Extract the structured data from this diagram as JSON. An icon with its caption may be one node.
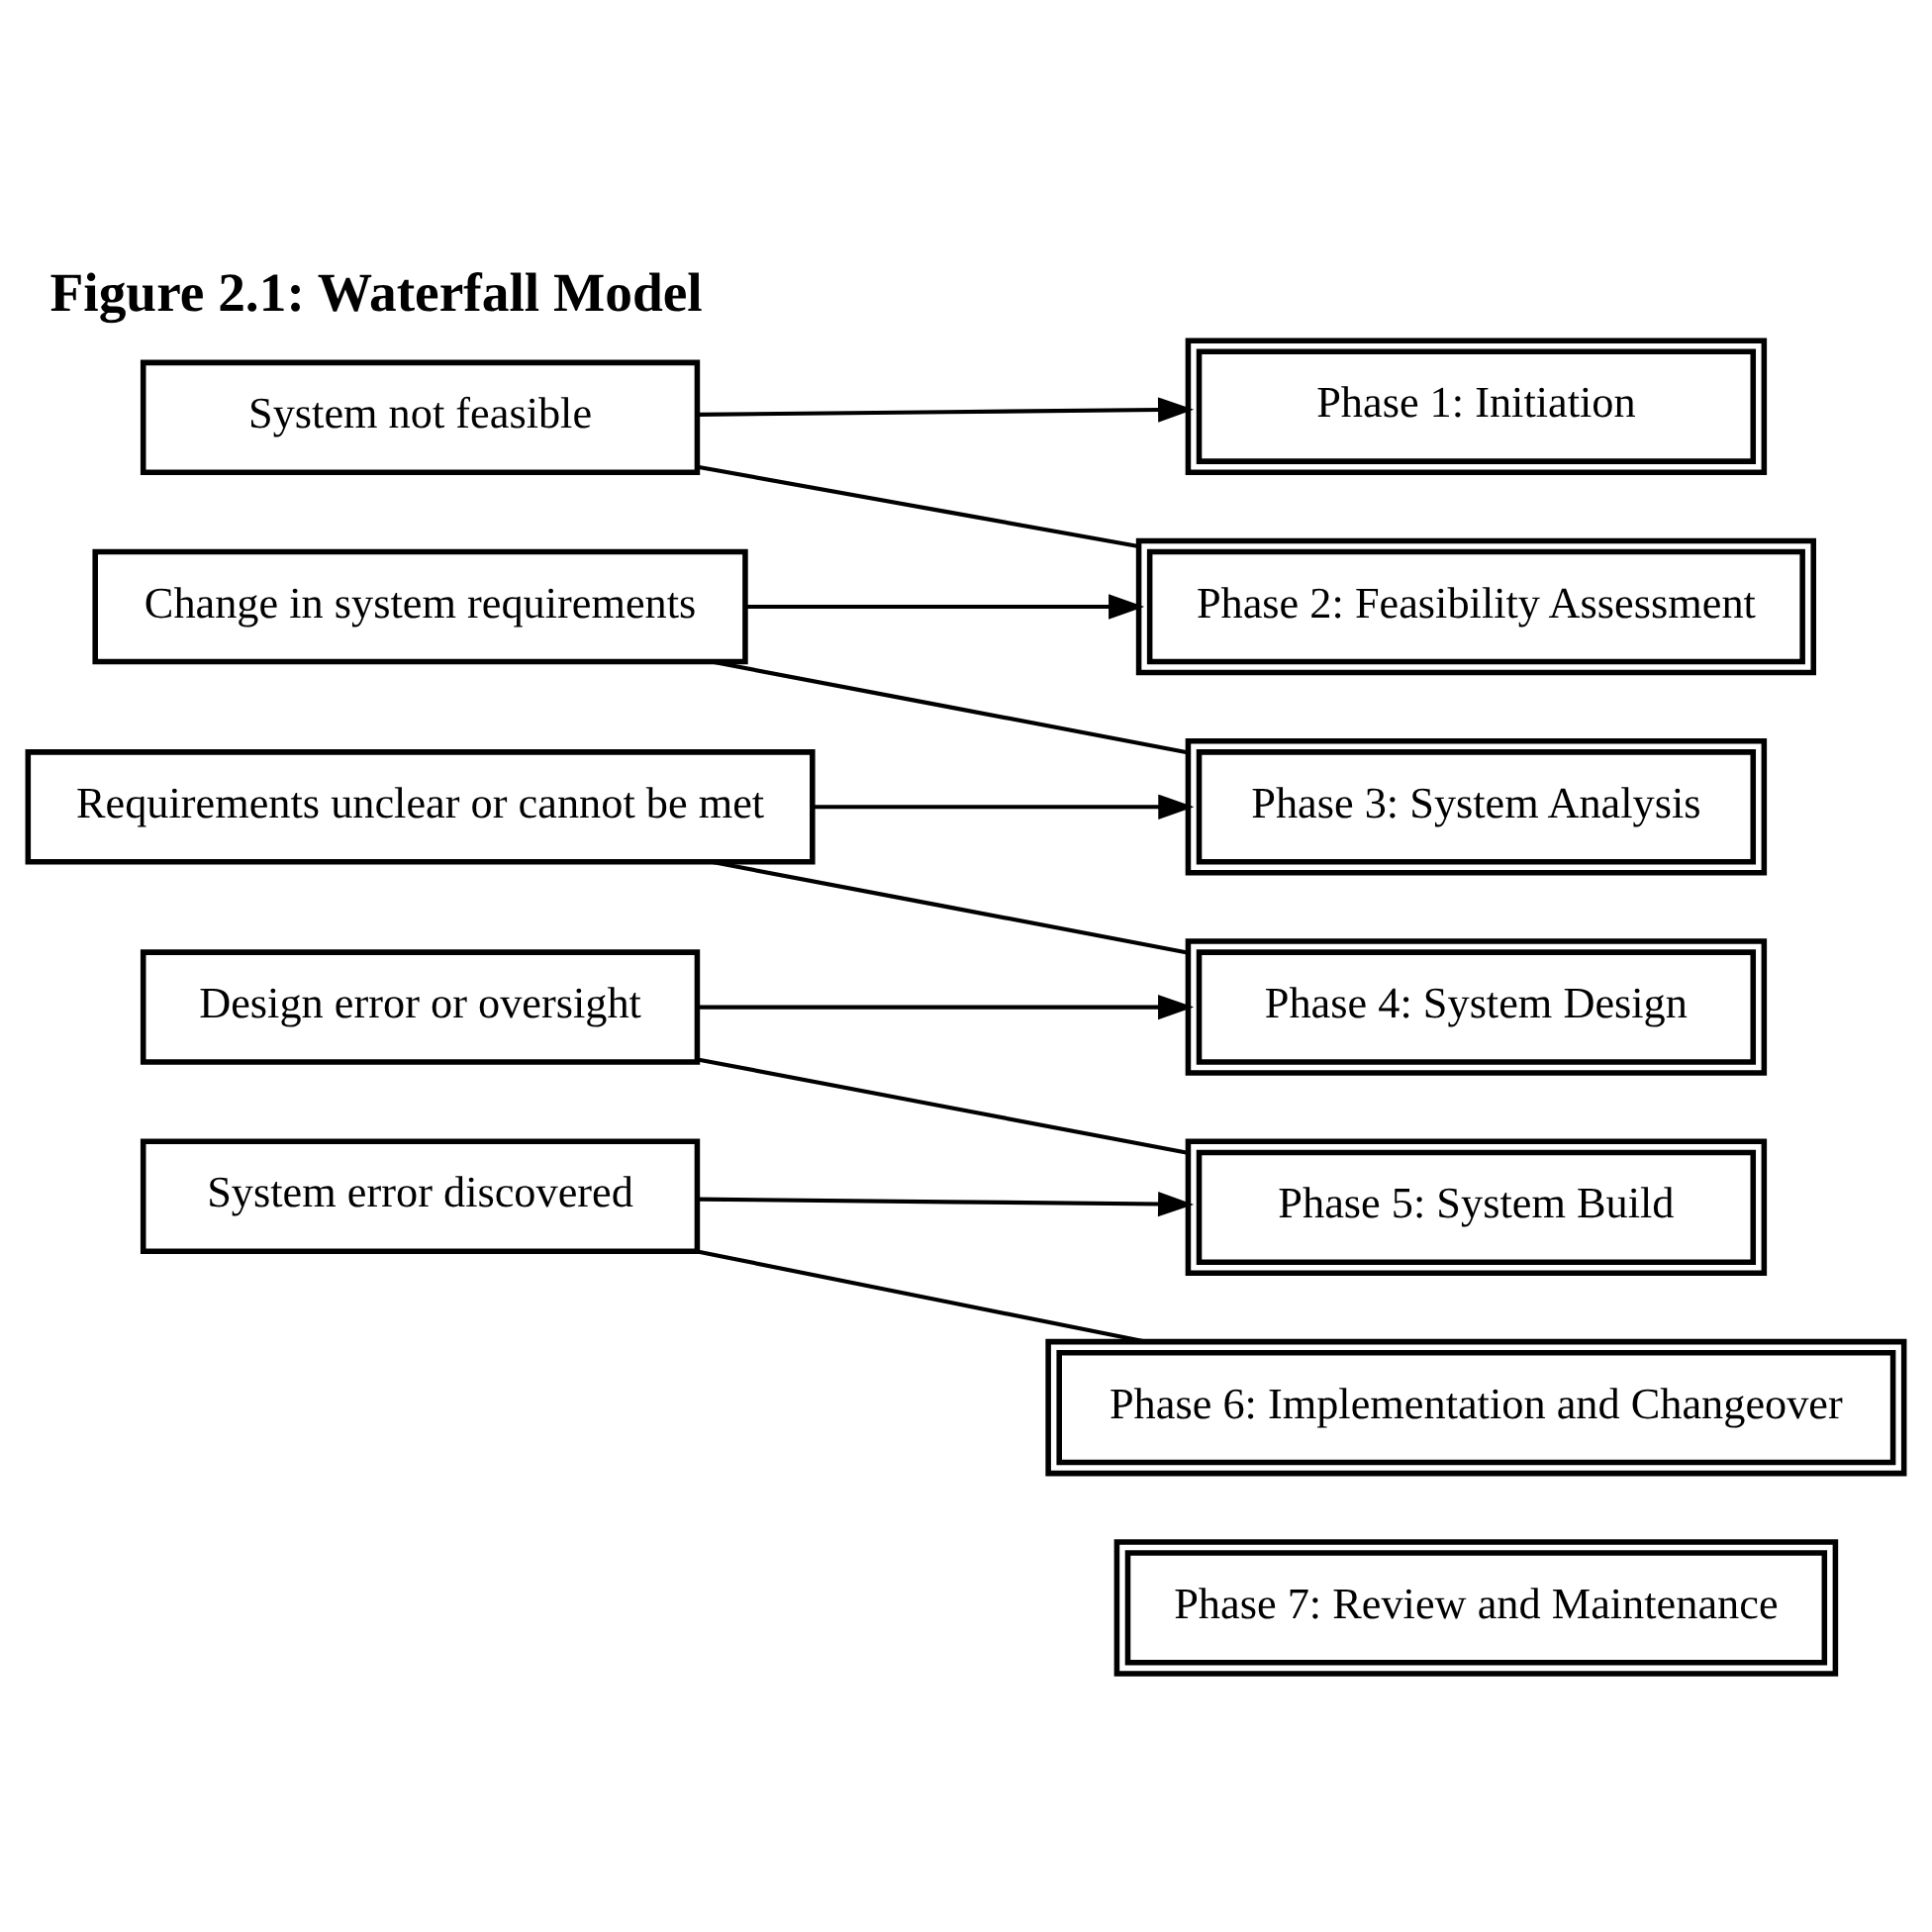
{
  "diagram": {
    "title": "Figure 2.1: Waterfall Model",
    "nodes": [
      {
        "text": [
          "Phase 1: Initiation"
        ]
      },
      {
        "text": [
          "System not feasible"
        ]
      },
      {
        "text": [
          "Phase 2: Feasibility Assessment"
        ]
      },
      {
        "text": [
          "Change in system requirements"
        ]
      },
      {
        "text": [
          "Phase 3: System Analysis"
        ]
      },
      {
        "text": [
          "Requirements unclear or cannot be met"
        ]
      },
      {
        "text": [
          "Phase 4: System Design"
        ]
      },
      {
        "text": [
          "Design error or oversight"
        ]
      },
      {
        "text": [
          "Phase 5: System Build"
        ]
      },
      {
        "text": [
          "System error discovered"
        ]
      },
      {
        "text": [
          "Phase 6: Implementation and Changeover"
        ]
      },
      {
        "text": [
          "Phase 7: Review and Maintenance"
        ]
      }
    ],
    "edges": [
      {
        "from": 2,
        "to": 1,
        "arrow": "none"
      },
      {
        "from": 1,
        "to": 0,
        "arrow": "to"
      },
      {
        "from": 4,
        "to": 3,
        "arrow": "none"
      },
      {
        "from": 3,
        "to": 2,
        "arrow": "to"
      },
      {
        "from": 6,
        "to": 5,
        "arrow": "none"
      },
      {
        "from": 5,
        "to": 4,
        "arrow": "to"
      },
      {
        "from": 8,
        "to": 7,
        "arrow": "none"
      },
      {
        "from": 7,
        "to": 6,
        "arrow": "to"
      },
      {
        "from": 10,
        "to": 9,
        "arrow": "none"
      },
      {
        "from": 9,
        "to": 8,
        "arrow": "to"
      }
    ]
  }
}
